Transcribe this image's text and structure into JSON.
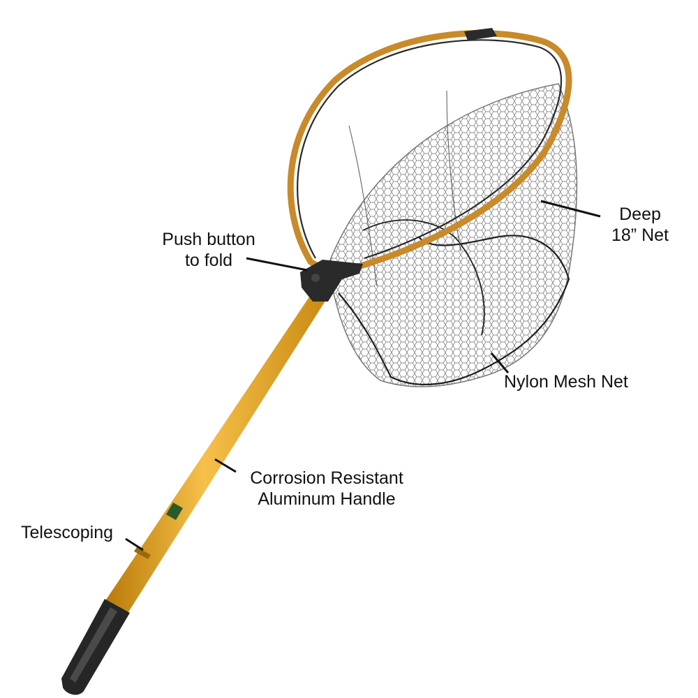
{
  "labels": {
    "push_button": [
      "Push button",
      "to fold"
    ],
    "deep_net": [
      "Deep",
      "18” Net"
    ],
    "nylon_mesh": "Nylon Mesh Net",
    "aluminum_handle": [
      "Corrosion Resistant",
      "Aluminum Handle"
    ],
    "telescoping": "Telescoping"
  },
  "colors": {
    "handle": "#E8A11A",
    "frame": "#C98A2A",
    "mesh": "#3A3A3A",
    "grip": "#262626",
    "leader": "#111111",
    "text": "#111111"
  },
  "icons": {
    "hinge": "push-button-hinge-icon",
    "grip": "rubber-grip-icon"
  }
}
